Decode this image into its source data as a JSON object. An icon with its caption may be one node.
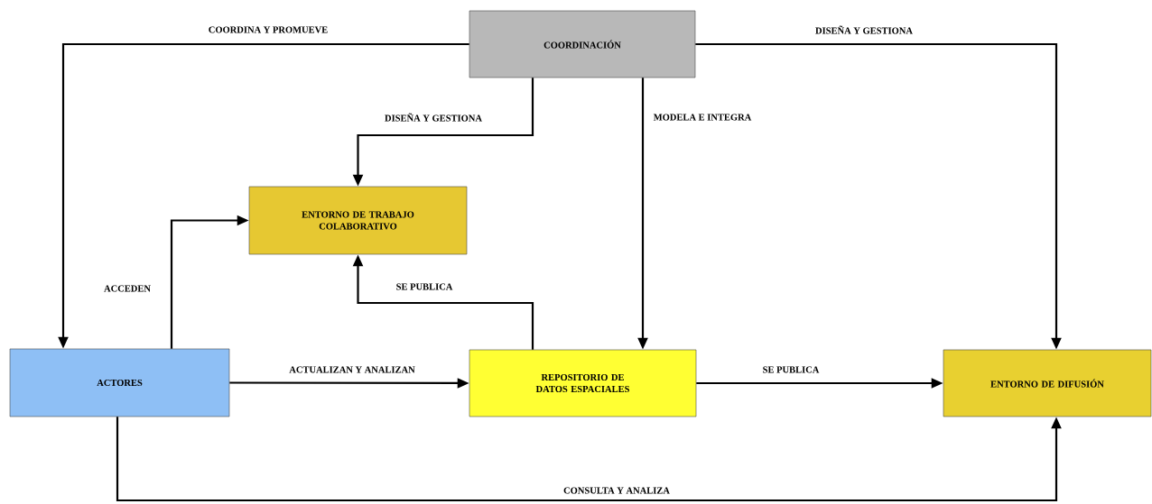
{
  "diagram": {
    "nodes": [
      {
        "text": [
          "COORDINACIÓN"
        ]
      },
      {
        "text": [
          "ENTORNO DE TRABAJO COLABORATIVO"
        ]
      },
      {
        "text": [
          "ACTORES"
        ]
      },
      {
        "text": [
          "REPOSITORIO DE DATOS ESPACIALES"
        ]
      },
      {
        "text": [
          "ENTORNO DE DIFUSIÓN"
        ]
      }
    ],
    "edges": [
      {
        "from": 0,
        "to": 2,
        "arrow": "to",
        "label": "COORDINA Y PROMUEVE"
      },
      {
        "from": 0,
        "to": 4,
        "arrow": "to",
        "label": "DISEÑA Y GESTIONA"
      },
      {
        "from": 0,
        "to": 1,
        "arrow": "to",
        "label": "DISEÑA Y GESTIONA"
      },
      {
        "from": 0,
        "to": 3,
        "arrow": "to",
        "label": "MODELA E INTEGRA"
      },
      {
        "from": 2,
        "to": 1,
        "arrow": "to",
        "label": "ACCEDEN"
      },
      {
        "from": 3,
        "to": 1,
        "arrow": "to",
        "label": "SE PUBLICA"
      },
      {
        "from": 2,
        "to": 3,
        "arrow": "to",
        "label": "ACTUALIZAN Y ANALIZAN"
      },
      {
        "from": 3,
        "to": 4,
        "arrow": "to",
        "label": "SE PUBLICA"
      },
      {
        "from": 2,
        "to": 4,
        "arrow": "to",
        "label": "CONSULTA Y ANALIZA"
      }
    ]
  }
}
